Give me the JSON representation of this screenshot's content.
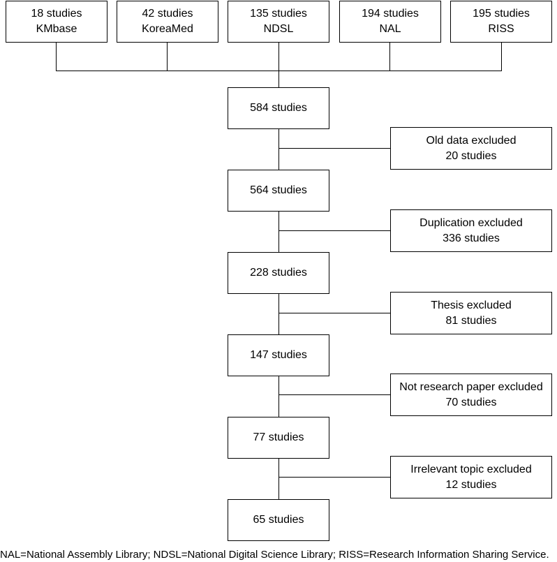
{
  "sources": [
    {
      "count": "18 studies",
      "name": "KMbase"
    },
    {
      "count": "42 studies",
      "name": "KoreaMed"
    },
    {
      "count": "135 studies",
      "name": "NDSL"
    },
    {
      "count": "194 studies",
      "name": "NAL"
    },
    {
      "count": "195 studies",
      "name": "RISS"
    }
  ],
  "main_steps": [
    {
      "label": "584 studies"
    },
    {
      "label": "564 studies"
    },
    {
      "label": "228 studies"
    },
    {
      "label": "147 studies"
    },
    {
      "label": "77 studies"
    },
    {
      "label": "65 studies"
    }
  ],
  "exclusions": [
    {
      "reason": "Old data excluded",
      "count": "20 studies"
    },
    {
      "reason": "Duplication excluded",
      "count": "336 studies"
    },
    {
      "reason": "Thesis excluded",
      "count": "81 studies"
    },
    {
      "reason": "Not research paper excluded",
      "count": "70 studies"
    },
    {
      "reason": "Irrelevant topic excluded",
      "count": "12 studies"
    }
  ],
  "footnote": "NAL=National Assembly Library; NDSL=National Digital Science Library; RISS=Research Information Sharing Service."
}
